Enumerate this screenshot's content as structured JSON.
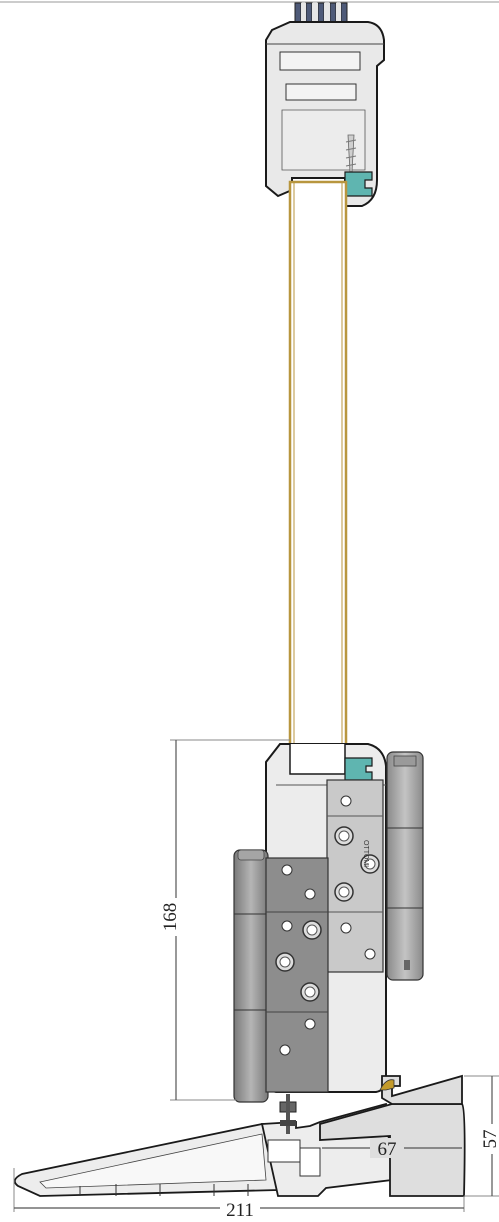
{
  "diagram": {
    "dimensions": {
      "height_168": "168",
      "width_211": "211",
      "width_67": "67",
      "height_57": "57"
    },
    "hardware_label": "OTTOMI",
    "colors": {
      "frame_fill": "#e9e9e9",
      "frame_stroke": "#1a1a1a",
      "panel_stroke": "#b8963e",
      "gasket": "#5fb5b0",
      "hinge_dark": "#8d8d8d",
      "hinge_mid": "#a9a9a9",
      "hinge_plate": "#c9c9c9",
      "glass_bars": "#5a6a8a"
    }
  }
}
